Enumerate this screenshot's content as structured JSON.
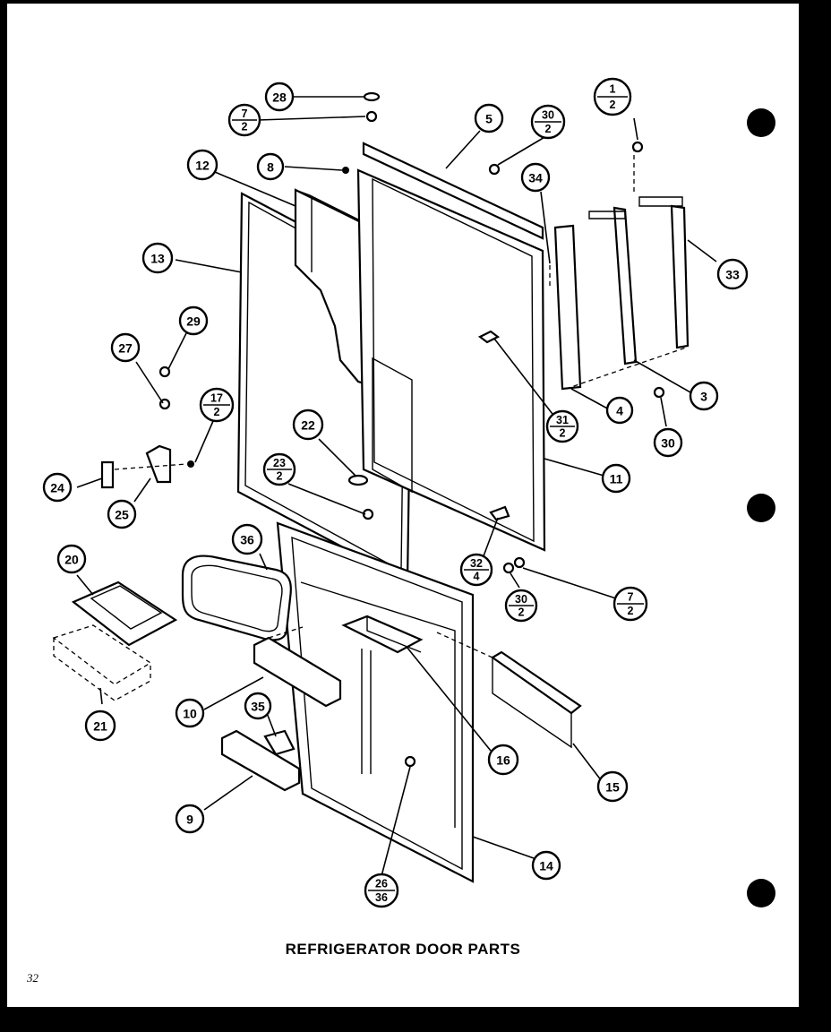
{
  "title": "REFRIGERATOR DOOR PARTS",
  "page_number": "32",
  "callouts": [
    {
      "id": "c28",
      "label": "28"
    },
    {
      "id": "c7-2a",
      "num": "7",
      "den": "2"
    },
    {
      "id": "c8",
      "label": "8"
    },
    {
      "id": "c12",
      "label": "12"
    },
    {
      "id": "c5",
      "label": "5"
    },
    {
      "id": "c30-2a",
      "num": "30",
      "den": "2"
    },
    {
      "id": "c1-2",
      "num": "1",
      "den": "2"
    },
    {
      "id": "c34",
      "label": "34"
    },
    {
      "id": "c33",
      "label": "33"
    },
    {
      "id": "c13",
      "label": "13"
    },
    {
      "id": "c29",
      "label": "29"
    },
    {
      "id": "c27",
      "label": "27"
    },
    {
      "id": "c17-2",
      "num": "17",
      "den": "2"
    },
    {
      "id": "c24",
      "label": "24"
    },
    {
      "id": "c25",
      "label": "25"
    },
    {
      "id": "c22",
      "label": "22"
    },
    {
      "id": "c23-2",
      "num": "23",
      "den": "2"
    },
    {
      "id": "c31-2",
      "num": "31",
      "den": "2"
    },
    {
      "id": "c4",
      "label": "4"
    },
    {
      "id": "c3",
      "label": "3"
    },
    {
      "id": "c30",
      "label": "30"
    },
    {
      "id": "c11",
      "label": "11"
    },
    {
      "id": "c20",
      "label": "20"
    },
    {
      "id": "c36",
      "label": "36"
    },
    {
      "id": "c32-4",
      "num": "32",
      "den": "4"
    },
    {
      "id": "c30-2b",
      "num": "30",
      "den": "2"
    },
    {
      "id": "c7-2b",
      "num": "7",
      "den": "2"
    },
    {
      "id": "c21",
      "label": "21"
    },
    {
      "id": "c10",
      "label": "10"
    },
    {
      "id": "c35",
      "label": "35"
    },
    {
      "id": "c16",
      "label": "16"
    },
    {
      "id": "c15",
      "label": "15"
    },
    {
      "id": "c9",
      "label": "9"
    },
    {
      "id": "c14",
      "label": "14"
    },
    {
      "id": "c26-36",
      "num": "26",
      "den": "36"
    }
  ]
}
